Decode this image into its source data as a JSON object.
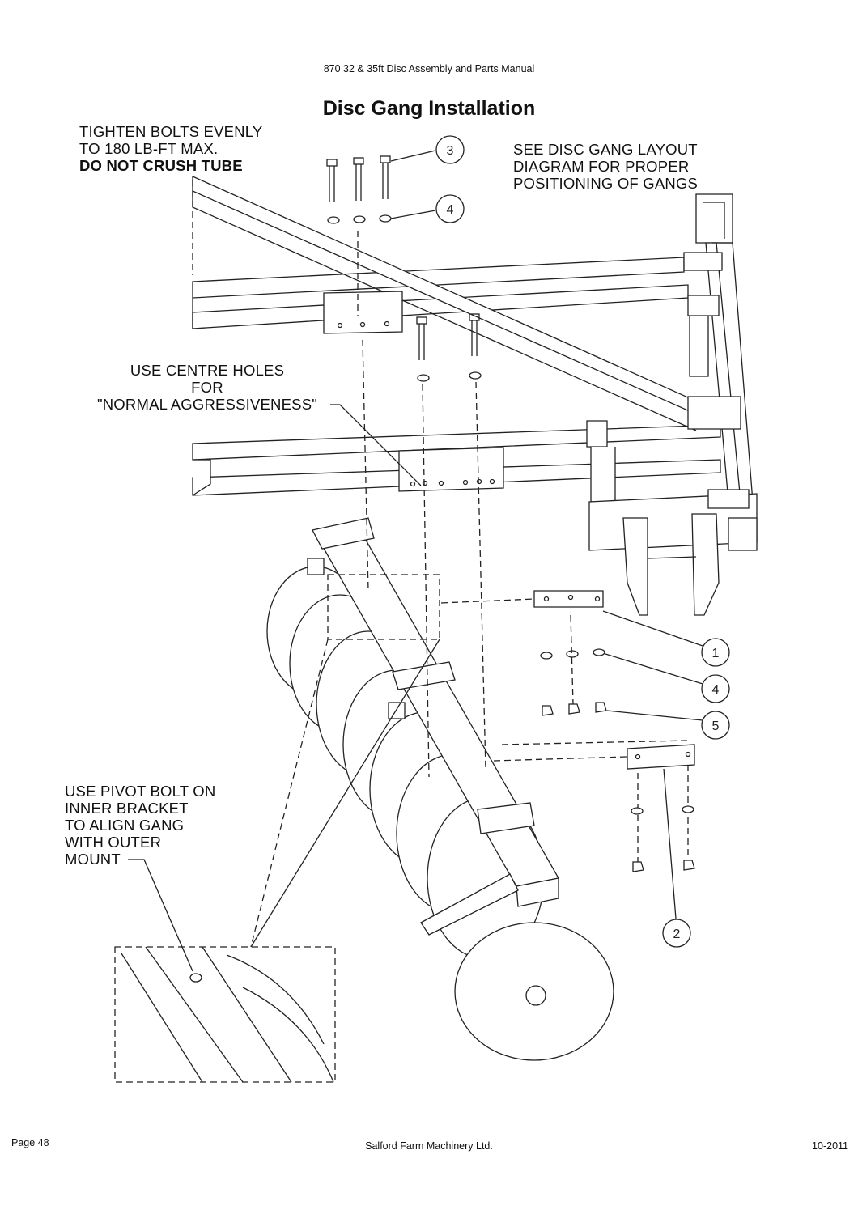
{
  "header": {
    "manual_title": "870 32 & 35ft Disc Assembly and Parts Manual"
  },
  "page_title": "Disc Gang Installation",
  "notes": {
    "tighten": {
      "line1": "TIGHTEN BOLTS EVENLY",
      "line2": "TO 180 LB-FT MAX.",
      "line3": "DO NOT CRUSH TUBE"
    },
    "layout": {
      "line1": "SEE DISC GANG LAYOUT",
      "line2": "DIAGRAM FOR PROPER",
      "line3": "POSITIONING OF GANGS"
    },
    "centre_holes": {
      "line1": "USE CENTRE HOLES",
      "line2": "FOR",
      "line3": "\"NORMAL AGGRESSIVENESS\""
    },
    "pivot": {
      "line1": "USE PIVOT BOLT ON",
      "line2": "INNER BRACKET",
      "line3": "TO ALIGN GANG",
      "line4": "WITH OUTER",
      "line5": "MOUNT"
    }
  },
  "callouts": [
    "3",
    "4",
    "1",
    "4",
    "5",
    "2"
  ],
  "footer": {
    "page": "Page 48",
    "company": "Salford Farm Machinery Ltd.",
    "date": "10-2011"
  }
}
